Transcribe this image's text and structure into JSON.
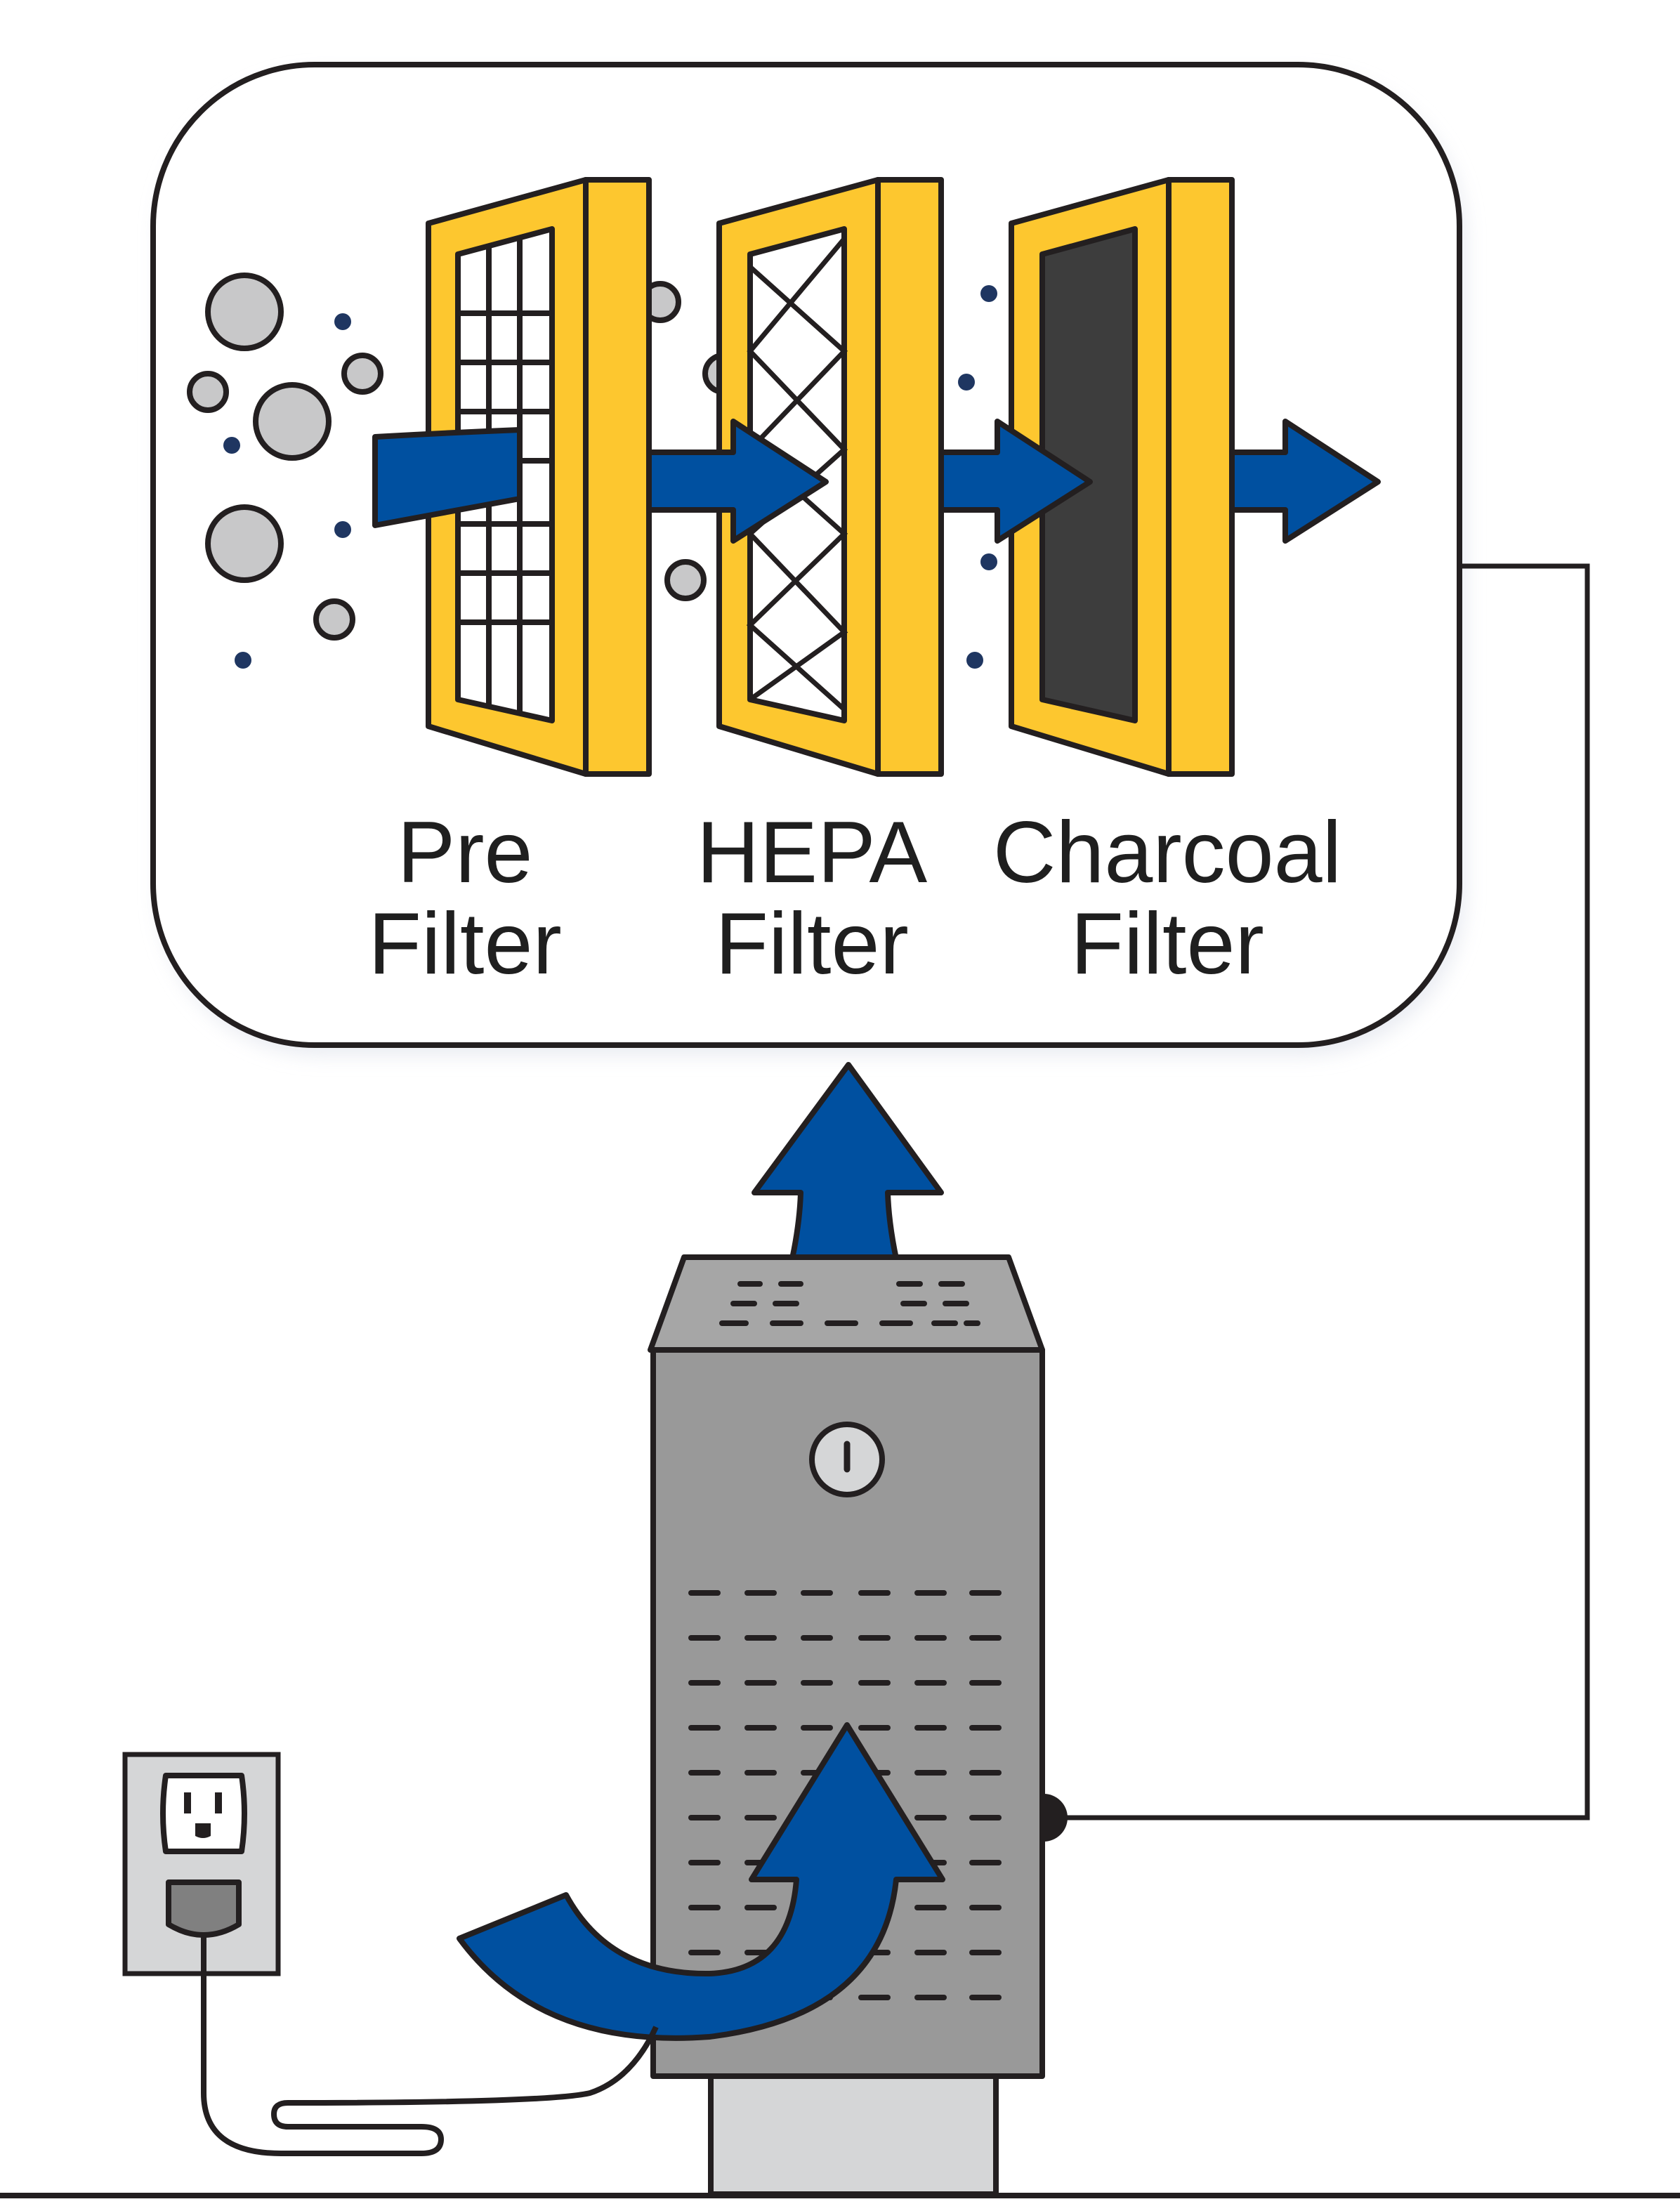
{
  "filters": [
    {
      "line1": "Pre",
      "line2": "Filter"
    },
    {
      "line1": "HEPA",
      "line2": "Filter"
    },
    {
      "line1": "Charcoal",
      "line2": "Filter"
    }
  ],
  "colors": {
    "outline": "#231f20",
    "frame_yellow": "#fdc72f",
    "airflow_blue": "#0050a0",
    "unit_gray": "#999999",
    "unit_top_gray": "#a6a6a6",
    "base_light_gray": "#d5d6d7",
    "particle_gray": "#c8c8c9",
    "dust_navy": "#1f3661",
    "charcoal": "#3d3d3d"
  },
  "icons": [
    "power-icon",
    "wall-outlet-icon",
    "plug-icon",
    "airflow-arrow-icon"
  ]
}
